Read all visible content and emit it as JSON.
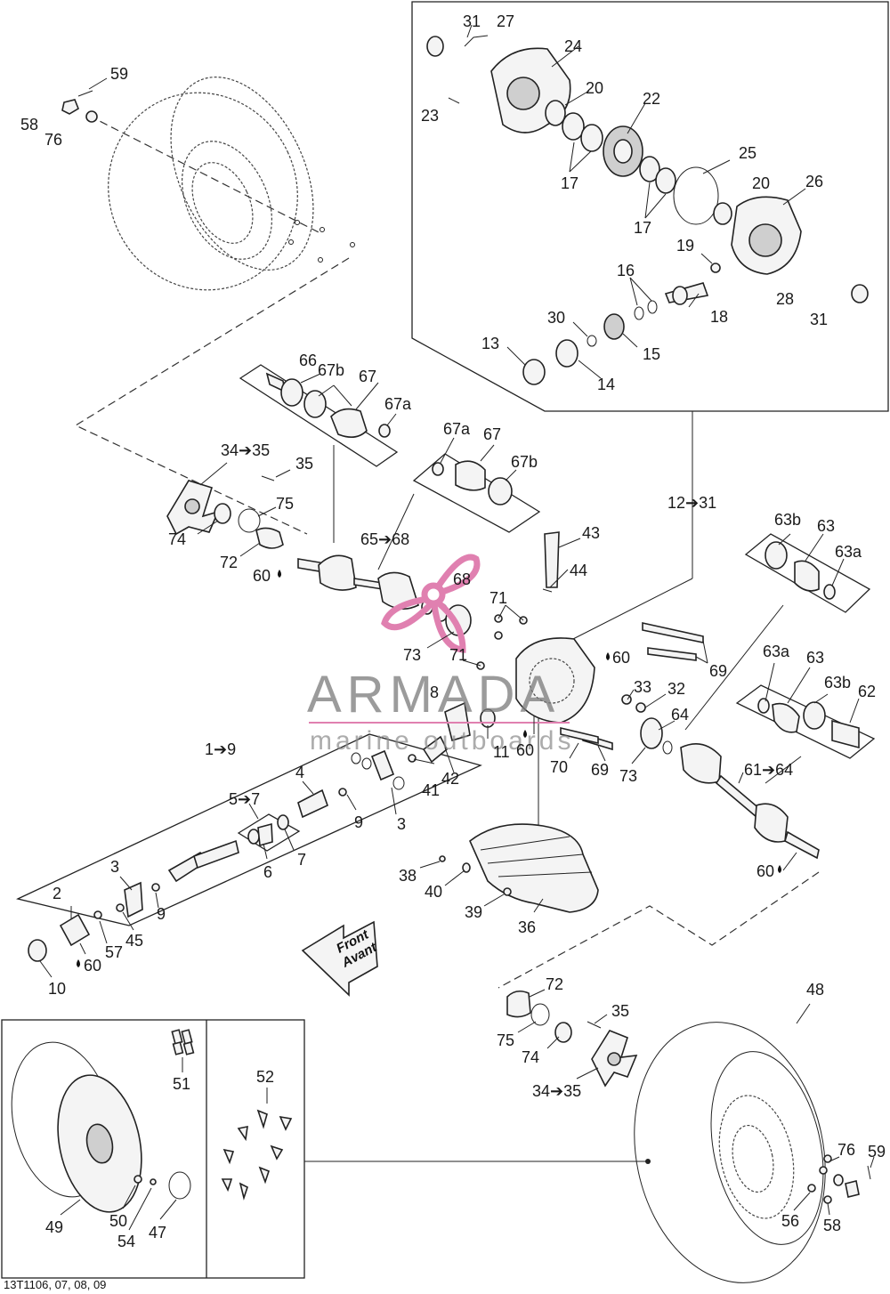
{
  "watermark": {
    "brand": "ARMADA",
    "tagline": "marine outboards",
    "accent": "#e080b0"
  },
  "front_arrow": {
    "line1": "Front",
    "line2": "Avant"
  },
  "reference_code": "13T1106, 07, 08, 09",
  "labels": {
    "l31a": "31",
    "l27": "27",
    "l24": "24",
    "l20a": "20",
    "l23": "23",
    "l22": "22",
    "l17a": "17",
    "l25": "25",
    "l20b": "20",
    "l26": "26",
    "l17b": "17",
    "l19": "19",
    "l16": "16",
    "l28": "28",
    "l31b": "31",
    "l18": "18",
    "l30": "30",
    "l15": "15",
    "l13": "13",
    "l14": "14",
    "l59a": "59",
    "l58a": "58",
    "l76a": "76",
    "l66": "66",
    "l67b_a": "67b",
    "l67_a": "67",
    "l67a_a": "67a",
    "l67a_b": "67a",
    "l67_b": "67",
    "l67b_b": "67b",
    "l34_35a": "34➔35",
    "l35a": "35",
    "l75a": "75",
    "l74a": "74",
    "l72a": "72",
    "l60a": "60",
    "l65_68": "65➔68",
    "l68": "68",
    "l43": "43",
    "l44": "44",
    "l12_31": "12➔31",
    "l63b_a": "63b",
    "l63_a": "63",
    "l63a_a": "63a",
    "l71a": "71",
    "l73a": "73",
    "l71b": "71",
    "l60b": "60",
    "l69a": "69",
    "l63a_b": "63a",
    "l63_b": "63",
    "l63b_b": "63b",
    "l62": "62",
    "l8": "8",
    "l33": "33",
    "l32": "32",
    "l64": "64",
    "l11": "11",
    "l60c": "60",
    "l70": "70",
    "l69b": "69",
    "l73b": "73",
    "l61_64": "61➔64",
    "l60d": "60",
    "l1_9": "1➔9",
    "l4": "4",
    "l42": "42",
    "l41": "41",
    "l9a": "9",
    "l3a": "3",
    "l5_7": "5➔7",
    "l6": "6",
    "l7": "7",
    "l3b": "3",
    "l9b": "9",
    "l2": "2",
    "l45": "45",
    "l57": "57",
    "l60e": "60",
    "l10": "10",
    "l38": "38",
    "l40": "40",
    "l39": "39",
    "l36": "36",
    "l72b": "72",
    "l35b": "35",
    "l75b": "75",
    "l74b": "74",
    "l34_35b": "34➔35",
    "l48": "48",
    "l51": "51",
    "l52": "52",
    "l49": "49",
    "l50": "50",
    "l54": "54",
    "l47": "47",
    "l76b": "76",
    "l59b": "59",
    "l56": "56",
    "l58b": "58"
  }
}
